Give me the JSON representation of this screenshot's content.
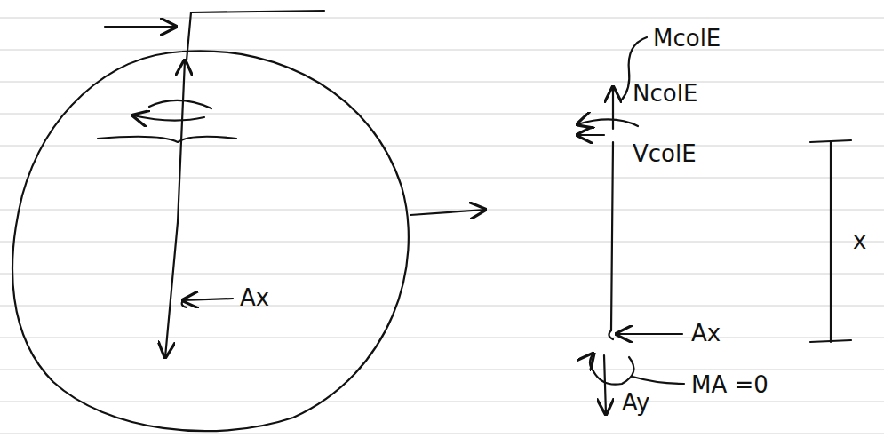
{
  "diagram": {
    "labels": [
      "Ax",
      "McolE",
      "NcolE",
      "VcolE",
      "x",
      "Ax",
      "Ay",
      "MA =0"
    ]
  }
}
